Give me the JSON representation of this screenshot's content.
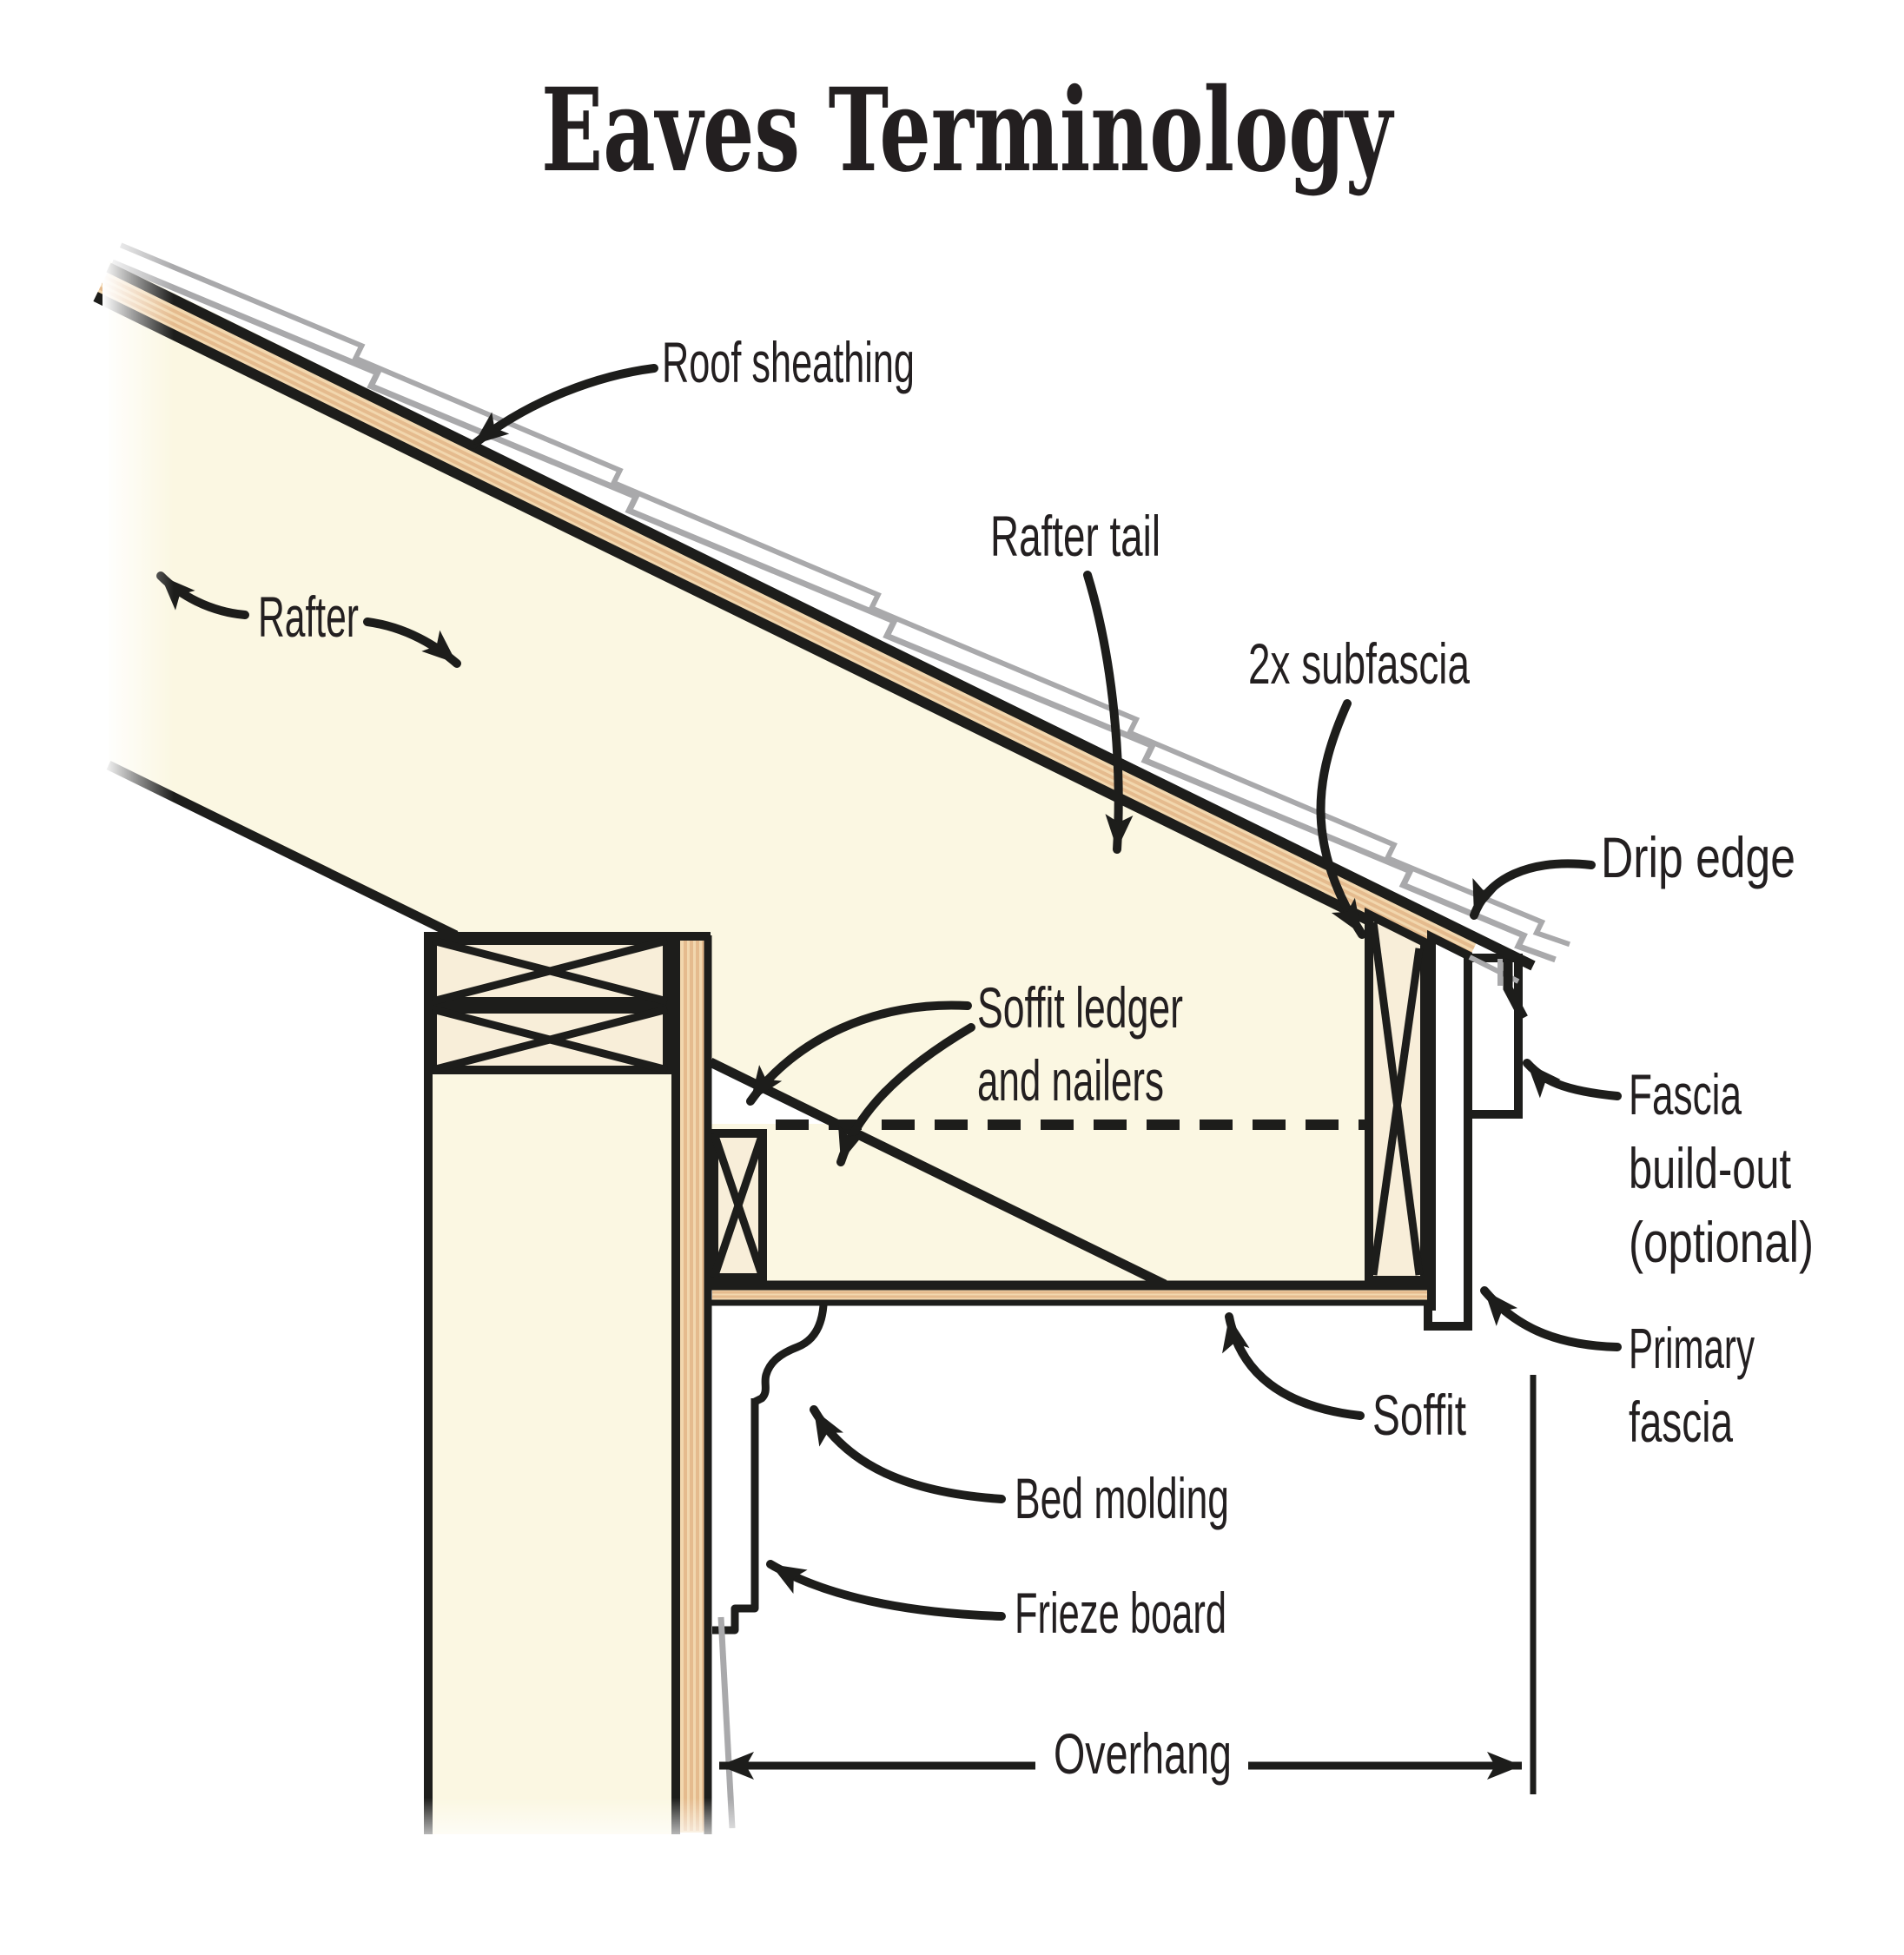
{
  "title": "Eaves Terminology",
  "labels": {
    "roof_sheathing": "Roof sheathing",
    "rafter": "Rafter",
    "rafter_tail": "Rafter tail",
    "subfascia": "2x subfascia",
    "drip_edge": "Drip edge",
    "soffit_ledger_line1": "Soffit ledger",
    "soffit_ledger_line2": "and nailers",
    "fascia_buildout_line1": "Fascia",
    "fascia_buildout_line2": "build-out",
    "fascia_buildout_line3": "(optional)",
    "primary_fascia_line1": "Primary",
    "primary_fascia_line2": "fascia",
    "soffit": "Soffit",
    "bed_molding": "Bed molding",
    "frieze_board": "Frieze board",
    "overhang": "Overhang"
  },
  "colors": {
    "ink": "#1d1d1b",
    "label_text": "#231f20",
    "cream_wood": "#fbf7e2",
    "plate_wood": "#f8eed9",
    "sheathing_tan": "#f2d7ae",
    "sheathing_stripe": "#e5bb8e",
    "flashing_gray": "#a9a9ab",
    "background": "#ffffff"
  }
}
